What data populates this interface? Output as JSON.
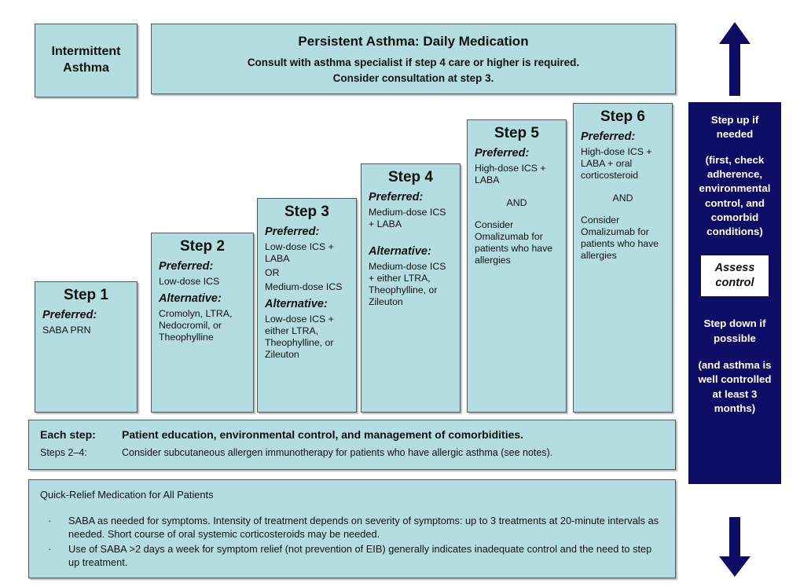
{
  "intermittent": {
    "line1": "Intermittent",
    "line2": "Asthma"
  },
  "persistent": {
    "title": "Persistent Asthma: Daily Medication",
    "sub_line1": "Consult with asthma specialist if step 4 care or higher is required.",
    "sub_line2": "Consider consultation at step 3."
  },
  "steps": [
    {
      "title": "Step 1",
      "preferred_label": "Preferred:",
      "preferred_text": "SABA PRN"
    },
    {
      "title": "Step 2",
      "preferred_label": "Preferred:",
      "preferred_text": "Low-dose ICS",
      "alternative_label": "Alternative:",
      "alternative_text": "Cromolyn, LTRA, Nedocromil, or Theophylline"
    },
    {
      "title": "Step 3",
      "preferred_label": "Preferred:",
      "preferred_text": "Low-dose ICS + LABA",
      "or_text": "OR",
      "preferred_text2": "Medium-dose ICS",
      "alternative_label": "Alternative:",
      "alternative_text": "Low-dose ICS + either LTRA, Theophylline, or Zileuton"
    },
    {
      "title": "Step 4",
      "preferred_label": "Preferred:",
      "preferred_text": "Medium-dose ICS + LABA",
      "alternative_label": "Alternative:",
      "alternative_text": "Medium-dose ICS + either LTRA, Theophylline, or Zileuton"
    },
    {
      "title": "Step 5",
      "preferred_label": "Preferred:",
      "preferred_text": "High-dose ICS + LABA",
      "and_text": "AND",
      "consider_text": "Consider Omalizumab for patients who have allergies"
    },
    {
      "title": "Step 6",
      "preferred_label": "Preferred:",
      "preferred_text": "High-dose ICS + LABA + oral corticosteroid",
      "and_text": "AND",
      "consider_text": "Consider Omalizumab for patients who have allergies"
    }
  ],
  "each_step": {
    "label_1": "Each step:",
    "value_1": "Patient education, environmental control, and management of comorbidities.",
    "label_2": "Steps 2–4:",
    "value_2": "Consider subcutaneous allergen immunotherapy for patients who have allergic asthma (see notes)."
  },
  "quick_relief": {
    "title": "Quick-Relief Medication for All Patients",
    "bullet": "·",
    "items": [
      "SABA as needed for symptoms. Intensity of treatment depends on severity of symptoms: up to 3 treatments at 20-minute intervals as needed.  Short course of oral systemic corticosteroids may be needed.",
      "Use of SABA >2 days a week for symptom relief (not prevention of EIB) generally indicates inadequate control and the need to step up treatment."
    ]
  },
  "right_panel": {
    "step_up": "Step up if needed",
    "parenthetical": "(first, check adherence, environmental control, and comorbid conditions)",
    "assess_control_line1": "Assess",
    "assess_control_line2": "control",
    "step_down": "Step down if possible",
    "step_down_parenthetical": "(and asthma is well controlled at least 3 months)"
  },
  "colors": {
    "teal": "#b3dde0",
    "navy": "#0d0d66",
    "border": "#4a5a60"
  },
  "icons": {
    "arrow_up": "arrow-up-icon",
    "arrow_down": "arrow-down-icon"
  }
}
